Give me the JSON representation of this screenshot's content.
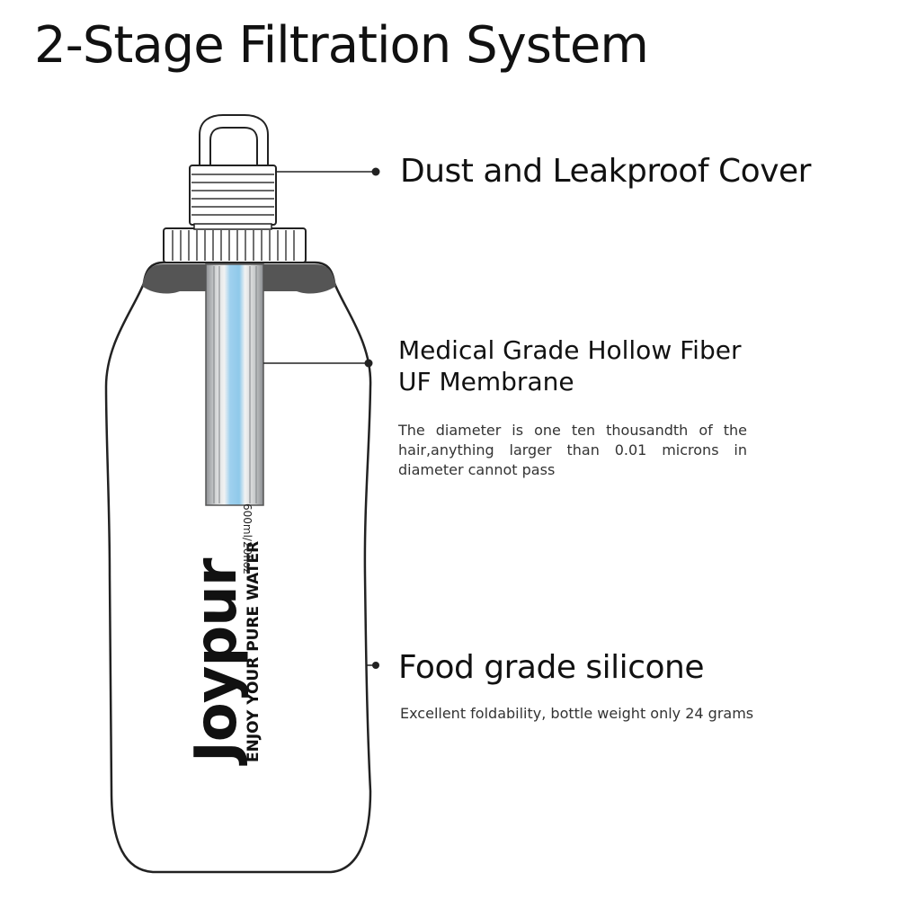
{
  "title": "2-Stage Filtration System",
  "callouts": {
    "cover": {
      "label": "Dust and Leakproof Cover"
    },
    "membrane": {
      "label_line1": "Medical Grade Hollow Fiber",
      "label_line2": "UF Membrane",
      "description": "The diameter is one ten thousandth of the hair,anything larger than 0.01 microns in diameter cannot pass"
    },
    "silicone": {
      "label": "Food grade silicone",
      "description": "Excellent foldability, bottle weight only 24 grams"
    }
  },
  "bottle": {
    "brand": "Joypur",
    "tagline": "ENJOY YOUR PURE WATER",
    "volume": "600ml/20floz"
  },
  "colors": {
    "outline": "#222222",
    "filter_core": "#8fc9ea",
    "filter_tube": "#b9bcbe",
    "shoulder_band": "#555555"
  }
}
